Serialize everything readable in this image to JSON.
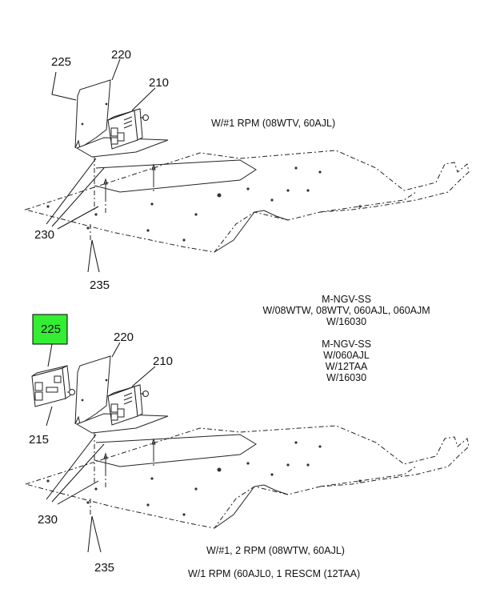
{
  "callouts": {
    "top": {
      "c225": "225",
      "c220": "220",
      "c210": "210",
      "c230": "230",
      "c235": "235"
    },
    "bottom": {
      "c225": "225",
      "c220": "220",
      "c210": "210",
      "c215": "215",
      "c230": "230",
      "c235": "235"
    }
  },
  "notes": {
    "top_caption": "W/#1 RPM (08WTV, 60AJL)",
    "block1": [
      "M-NGV-SS",
      "W/08WTW, 08WTV, 060AJL, 060AJM",
      "W/16030"
    ],
    "block2": [
      "M-NGV-SS",
      "W/060AJL",
      "W/12TAA",
      "W/16030"
    ],
    "bottom_caption1": "W/#1, 2 RPM (08WTW, 60AJL)",
    "bottom_caption2": "W/1 RPM (60AJL0, 1 RESCM (12TAA)"
  },
  "colors": {
    "highlight_fill": "#33ee33",
    "highlight_border": "#000000",
    "line": "#222222"
  }
}
